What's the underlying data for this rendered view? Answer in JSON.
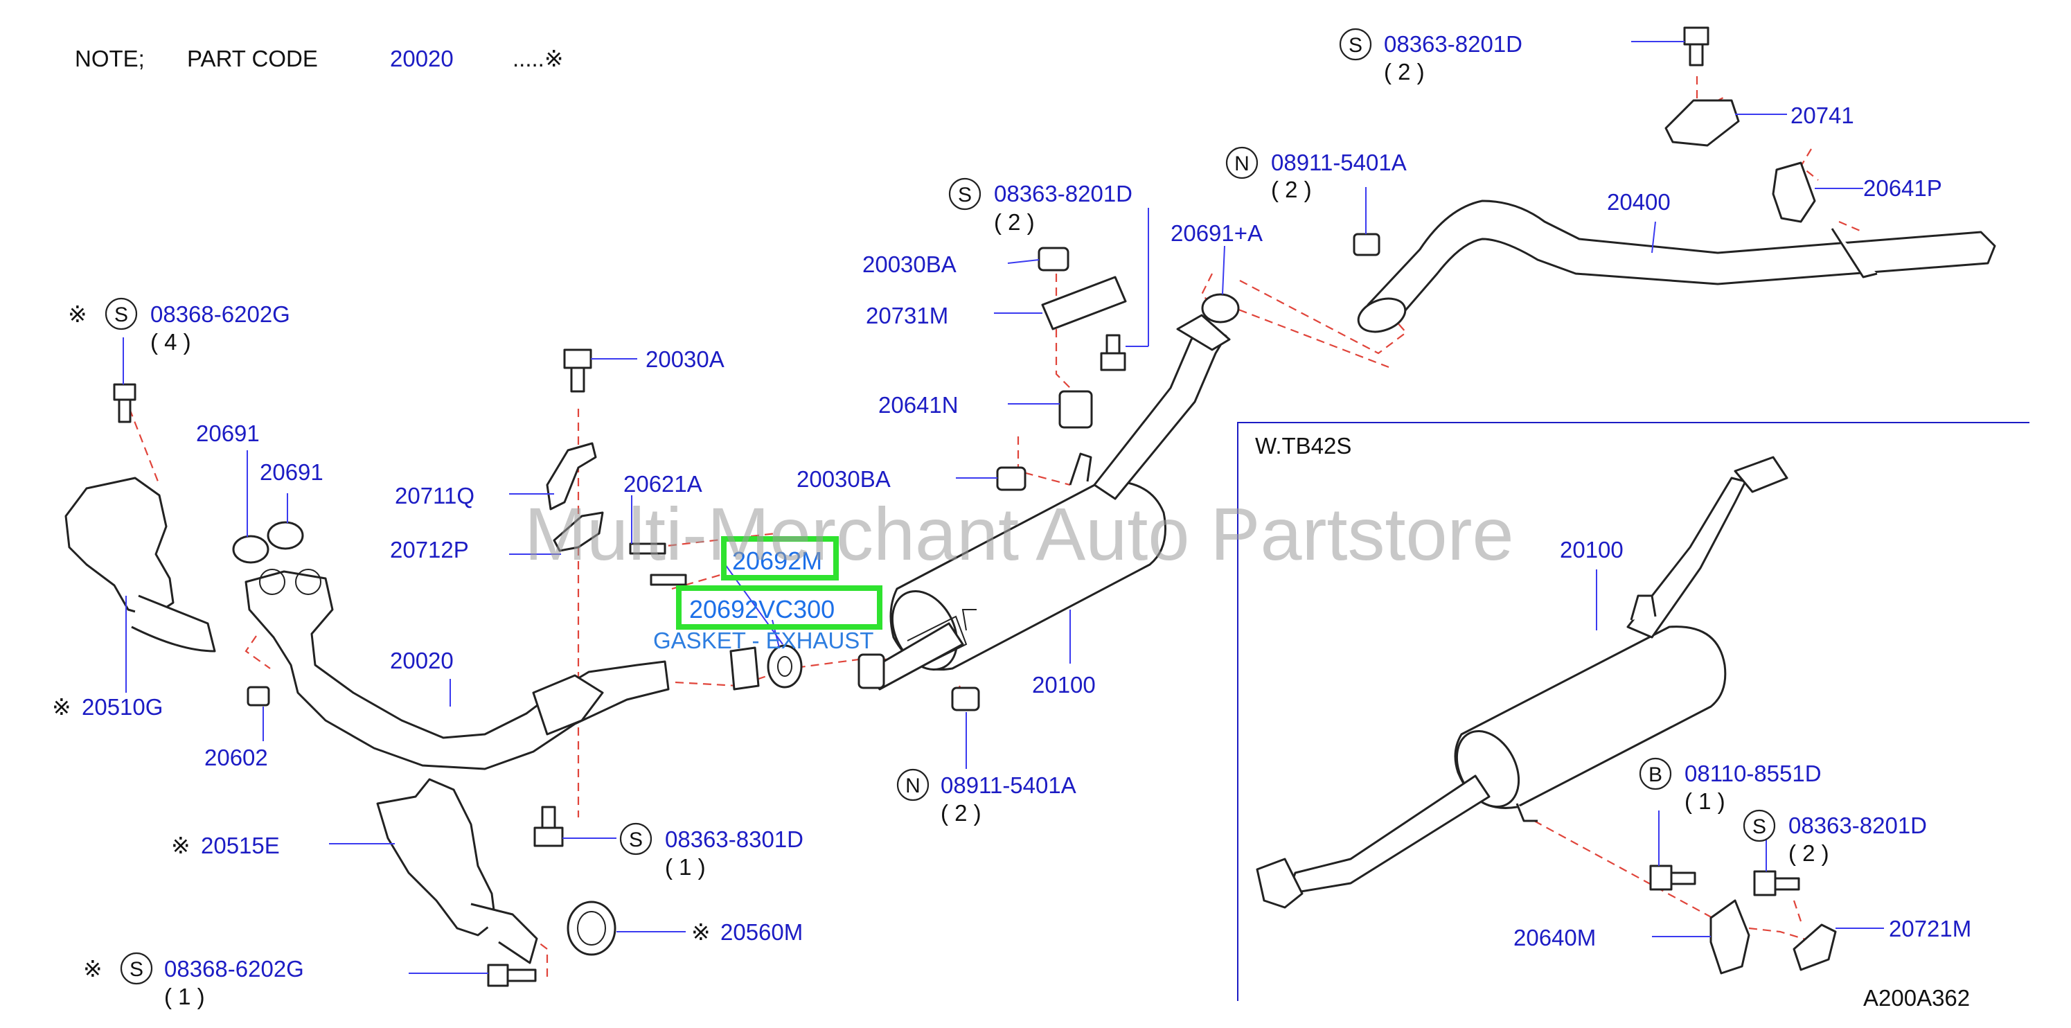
{
  "note": {
    "prefix": "NOTE;",
    "part_code_label": "PART   CODE",
    "code": "20020",
    "mark": ".....※"
  },
  "watermark": "Multi-Merchant Auto Partstore",
  "inset_title": "W.TB42S",
  "diagram_ref": "A200A362",
  "colors": {
    "label": "#1c1cc4",
    "highlight": "#2fe22f",
    "leader_dash": "#e0443a"
  },
  "highlighted": {
    "part_a": "20692M",
    "part_b": "20692VC300",
    "description": "GASKET - EXHAUST"
  },
  "labels": {
    "p20020": "20020",
    "p20030A": "20030A",
    "p20030BA_top": "20030BA",
    "p20030BA_mid": "20030BA",
    "p20100_main": "20100",
    "p20100_inset": "20100",
    "p20400": "20400",
    "p20510G": "20510G",
    "p20515E": "20515E",
    "p20560M": "20560M",
    "p20602": "20602",
    "p20621A": "20621A",
    "p20640M": "20640M",
    "p20641N": "20641N",
    "p20641P": "20641P",
    "p20691_a": "20691",
    "p20691_b": "20691",
    "p20691A": "20691+A",
    "p20711Q": "20711Q",
    "p20712P": "20712P",
    "p20721M": "20721M",
    "p20731M": "20731M",
    "p20741": "20741"
  },
  "fasteners": {
    "f1": {
      "prefix": "S",
      "part": "08363-8201D",
      "qty": "( 2 )"
    },
    "f2": {
      "prefix": "N",
      "part": "08911-5401A",
      "qty": "( 2 )"
    },
    "f3": {
      "prefix": "S",
      "part": "08363-8201D",
      "qty": "( 2 )"
    },
    "f4": {
      "prefix": "S",
      "part": "08368-6202G",
      "qty": "( 4 )"
    },
    "f5": {
      "prefix": "N",
      "part": "08911-5401A",
      "qty": "( 2 )"
    },
    "f6": {
      "prefix": "S",
      "part": "08363-8301D",
      "qty": "( 1 )"
    },
    "f7": {
      "prefix": "S",
      "part": "08368-6202G",
      "qty": "( 1 )"
    },
    "f8": {
      "prefix": "B",
      "part": "08110-8551D",
      "qty": "( 1 )"
    },
    "f9": {
      "prefix": "S",
      "part": "08363-8201D",
      "qty": "( 2 )"
    }
  },
  "marks": {
    "m1": "※",
    "m2": "※",
    "m3": "※",
    "m4": "※",
    "m5": "※"
  }
}
